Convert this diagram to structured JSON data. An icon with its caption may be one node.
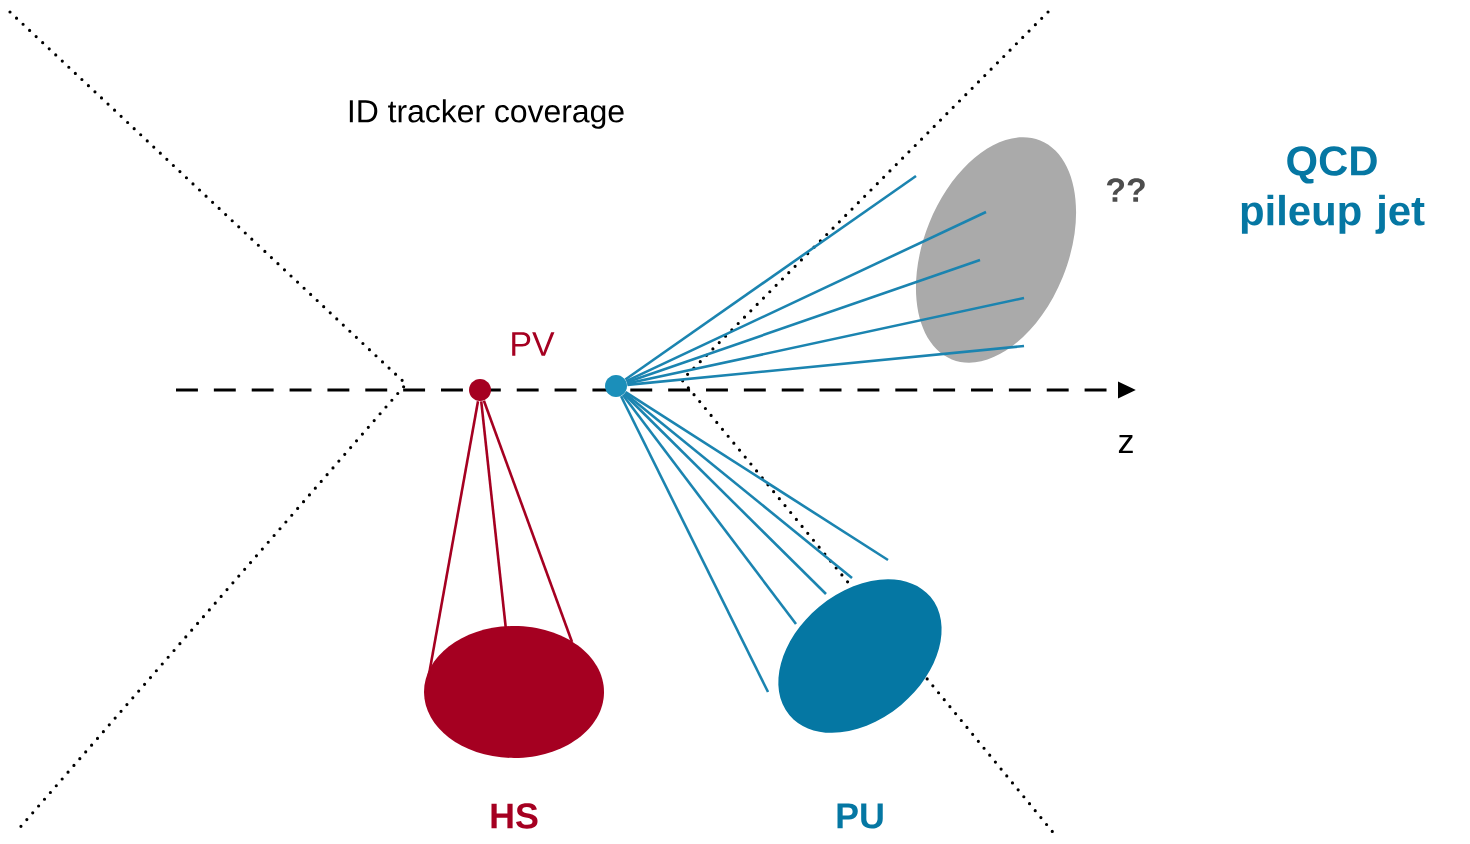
{
  "diagram": {
    "nodes": [
      {
        "text": [],
        "shape": "circle",
        "beside": [
          "PV"
        ]
      },
      {
        "text": [],
        "shape": "circle"
      },
      {
        "text": [],
        "shape": "ellipse",
        "beside": [
          "HS"
        ]
      },
      {
        "text": [],
        "shape": "ellipse",
        "beside": [
          "PU"
        ]
      },
      {
        "text": [],
        "shape": "ellipse",
        "beside": [
          "??",
          "QCD pileup jet"
        ]
      }
    ],
    "edges": [
      {
        "from": 0,
        "to": 2,
        "arrow": "none",
        "color": "#a50021"
      },
      {
        "from": 0,
        "to": 2,
        "arrow": "none",
        "color": "#a50021"
      },
      {
        "from": 0,
        "to": 2,
        "arrow": "none",
        "color": "#a50021"
      },
      {
        "from": 1,
        "to": 3,
        "arrow": "none"
      },
      {
        "from": 1,
        "to": 3,
        "arrow": "none"
      },
      {
        "from": 1,
        "to": 3,
        "arrow": "none"
      },
      {
        "from": 1,
        "to": 3,
        "arrow": "none"
      },
      {
        "from": 1,
        "to": 3,
        "arrow": "none"
      },
      {
        "from": 1,
        "to": 4,
        "arrow": "none"
      },
      {
        "from": 1,
        "to": 4,
        "arrow": "none"
      },
      {
        "from": 1,
        "to": 4,
        "arrow": "none"
      },
      {
        "from": 1,
        "to": 4,
        "arrow": "none"
      },
      {
        "from": 1,
        "to": 4,
        "arrow": "none"
      }
    ],
    "labels": [
      "ID tracker coverage",
      "z"
    ]
  }
}
